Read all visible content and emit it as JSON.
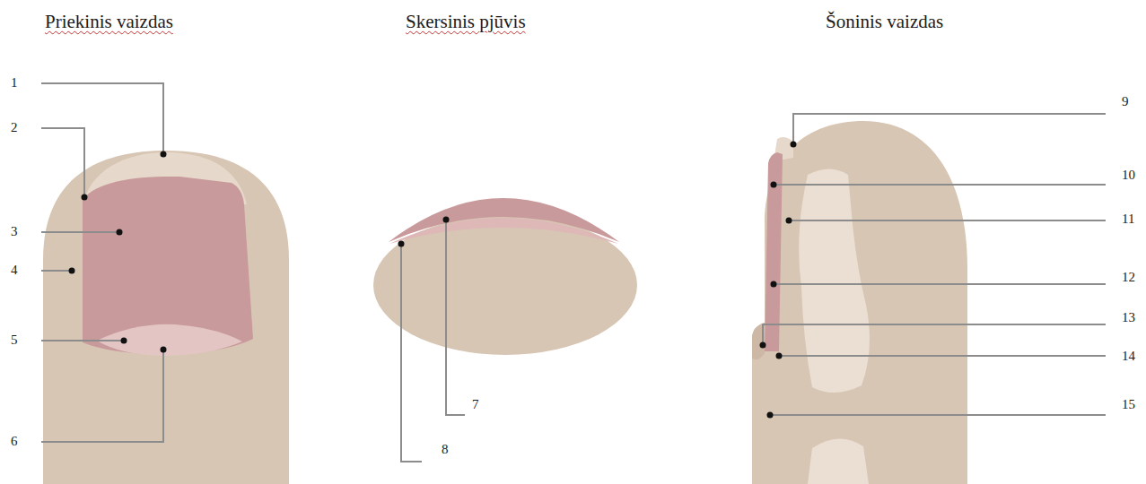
{
  "diagram": {
    "labels": [
      "Priekinis vaizdas",
      "Skersinis pjūvis",
      "Šoninis vaizdas",
      "1",
      "2",
      "3",
      "4",
      "5",
      "6",
      "7",
      "8",
      "9",
      "10",
      "11",
      "12",
      "13",
      "14",
      "15"
    ]
  }
}
